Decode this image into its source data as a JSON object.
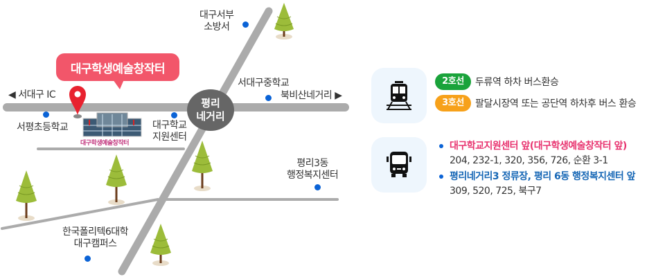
{
  "map": {
    "destination": "대구학생예술창작터",
    "building_sign": "대구학생예술창작터",
    "intersection": [
      "평리",
      "네거리"
    ],
    "labels": {
      "west_ic": "◀ 서대구 IC",
      "east_road": "북비산네거리 ▶",
      "fire_station": [
        "대구서부",
        "소방서"
      ],
      "middle_school": "서대구중학교",
      "elementary": "서평초등학교",
      "support_center": [
        "대구학교",
        "지원센터"
      ],
      "welfare_center": [
        "평리3동",
        "행정복지센터"
      ],
      "polytech": [
        "한국폴리텍6대학",
        "대구캠퍼스"
      ]
    }
  },
  "subway": {
    "lines": [
      {
        "badge": "2호선",
        "text": "두류역 하차  버스환승",
        "color": "#1aa33b"
      },
      {
        "badge": "3호선",
        "text": "팔달시장역 또는 공단역 하차후 버스 환승",
        "color": "#f7a11a"
      }
    ]
  },
  "bus": {
    "stops": [
      {
        "name": "대구학교지원센터 앞(대구학생예술창작터 앞)",
        "routes": "204, 232-1, 320, 356, 726, 순환 3-1",
        "color": "#e8336f"
      },
      {
        "name": "평리네거리3 정류장, 평리 6동 행정복지센터 앞",
        "routes": "309, 520, 725, 북구7",
        "color": "#1566b5"
      }
    ]
  }
}
